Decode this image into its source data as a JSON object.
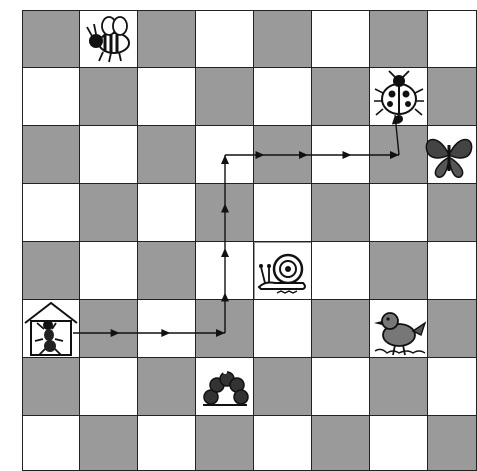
{
  "board": {
    "cols": 8,
    "rows": 8,
    "dark_color": "#9a9a9a",
    "light_color": "#ffffff",
    "line_color": "#222222",
    "path_color": "#111111"
  },
  "pieces": [
    {
      "name": "bee-icon",
      "col": 1,
      "row": 0
    },
    {
      "name": "ladybug-icon",
      "col": 6,
      "row": 1
    },
    {
      "name": "butterfly-icon",
      "col": 7,
      "row": 2
    },
    {
      "name": "snail-icon",
      "col": 4,
      "row": 4
    },
    {
      "name": "ant-house-icon",
      "col": 0,
      "row": 5
    },
    {
      "name": "bird-icon",
      "col": 6,
      "row": 5
    },
    {
      "name": "caterpillar-icon",
      "col": 3,
      "row": 6
    }
  ],
  "path": [
    {
      "col": 0,
      "row": 5
    },
    {
      "col": 3,
      "row": 5
    },
    {
      "col": 3,
      "row": 2
    },
    {
      "col": 6,
      "row": 2
    },
    {
      "col": 6,
      "row": 1
    }
  ]
}
